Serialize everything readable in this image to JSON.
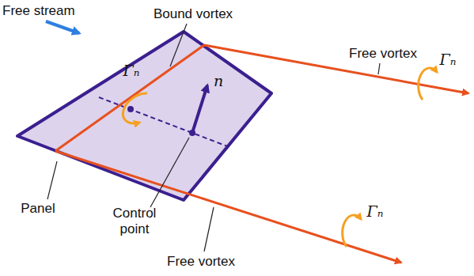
{
  "diagram": {
    "labels": [
      "Free stream",
      "Bound vortex",
      "Γₙ",
      "n",
      "Free vortex",
      "Γₙ",
      "Panel",
      "Control point",
      "Free vortex",
      "Γₙ"
    ]
  }
}
